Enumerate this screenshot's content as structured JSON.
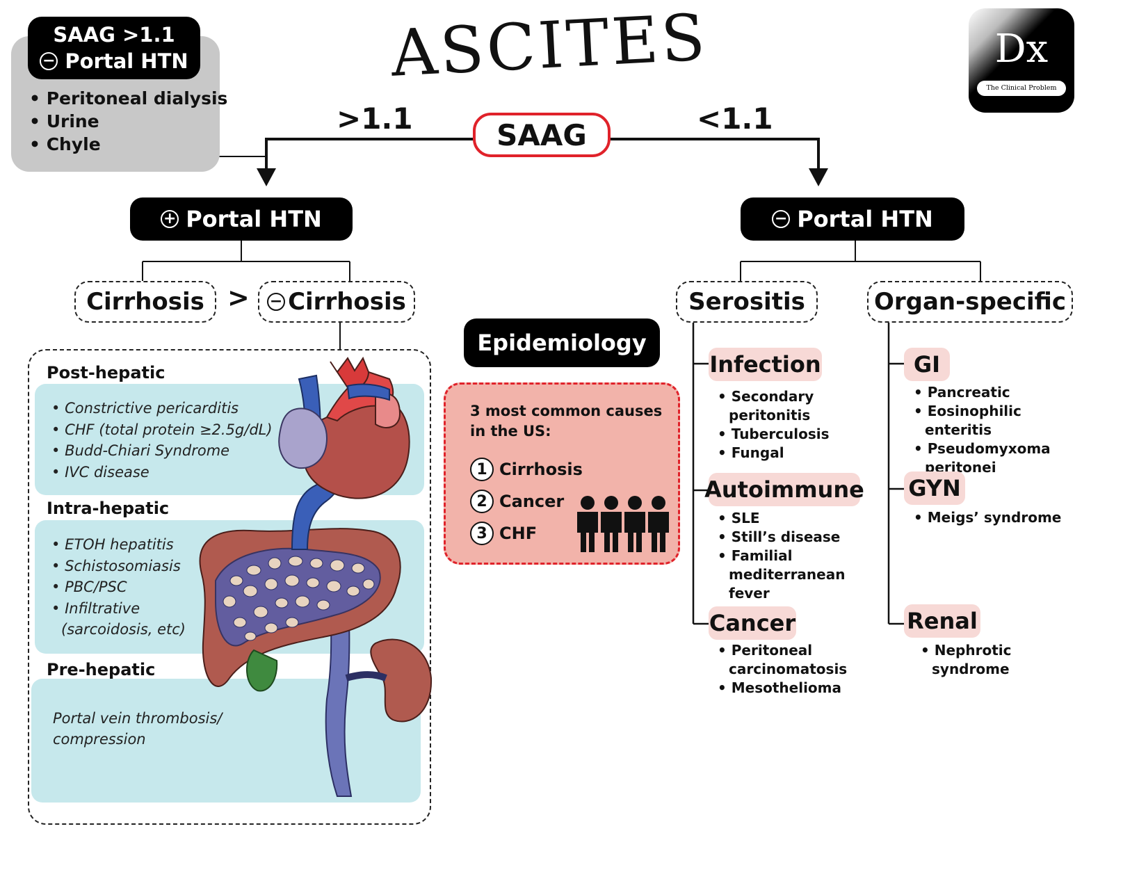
{
  "title": "ASCITES",
  "top_left_box": {
    "header_line1": "SAAG >1.1",
    "header_sign": "−",
    "header_line2": "Portal HTN",
    "items": [
      "Peritoneal dialysis",
      "Urine",
      "Chyle"
    ]
  },
  "logo": {
    "mark": "Dx",
    "subtitle": "The Clinical Problem Solvers"
  },
  "saag": {
    "label": "SAAG",
    "left_value": ">1.1",
    "right_value": "<1.1"
  },
  "left_branch": {
    "sign": "+",
    "label": "Portal HTN",
    "cirrhosis": "Cirrhosis",
    "gt": ">",
    "non_cirrhosis_sign": "−",
    "non_cirrhosis": "Cirrhosis",
    "sections": [
      {
        "title": "Post-hepatic",
        "items": [
          "Constrictive pericarditis",
          "CHF (total protein ≥2.5g/dL)",
          "Budd-Chiari Syndrome",
          "IVC disease"
        ]
      },
      {
        "title": "Intra-hepatic",
        "items": [
          "ETOH hepatitis",
          "Schistosomiasis",
          "PBC/PSC",
          "Infiltrative (sarcoidosis, etc)"
        ]
      },
      {
        "title": "Pre-hepatic",
        "text_lines": [
          "Portal vein thrombosis/",
          "compression"
        ]
      }
    ]
  },
  "epidemiology": {
    "label": "Epidemiology",
    "heading_line1": "3 most common causes",
    "heading_line2": "in the US:",
    "causes": [
      {
        "num": "1",
        "label": "Cirrhosis"
      },
      {
        "num": "2",
        "label": "Cancer"
      },
      {
        "num": "3",
        "label": "CHF"
      }
    ]
  },
  "right_branch": {
    "sign": "−",
    "label": "Portal HTN",
    "serositis": {
      "label": "Serositis",
      "groups": [
        {
          "label": "Infection",
          "items": [
            "Secondary peritonitis",
            "Tuberculosis",
            "Fungal"
          ]
        },
        {
          "label": "Autoimmune",
          "items": [
            "SLE",
            "Still’s disease",
            "Familial mediterranean fever"
          ]
        },
        {
          "label": "Cancer",
          "items": [
            "Peritoneal carcinomatosis",
            "Mesothelioma"
          ]
        }
      ]
    },
    "organ_specific": {
      "label": "Organ-specific",
      "groups": [
        {
          "label": "GI",
          "items": [
            "Pancreatic",
            "Eosinophilic enteritis",
            "Pseudomyxoma peritonei"
          ]
        },
        {
          "label": "GYN",
          "items": [
            "Meigs’ syndrome"
          ]
        },
        {
          "label": "Renal",
          "items": [
            "Nephrotic syndrome"
          ]
        }
      ]
    }
  },
  "colors": {
    "saag_border": "#e0222a",
    "pink_tag": "#f7d9d6",
    "epi_fill": "#f2b3aa",
    "epi_border": "#e0222a",
    "teal": "#c6e8ec",
    "gray_box": "#c8c8c8"
  }
}
